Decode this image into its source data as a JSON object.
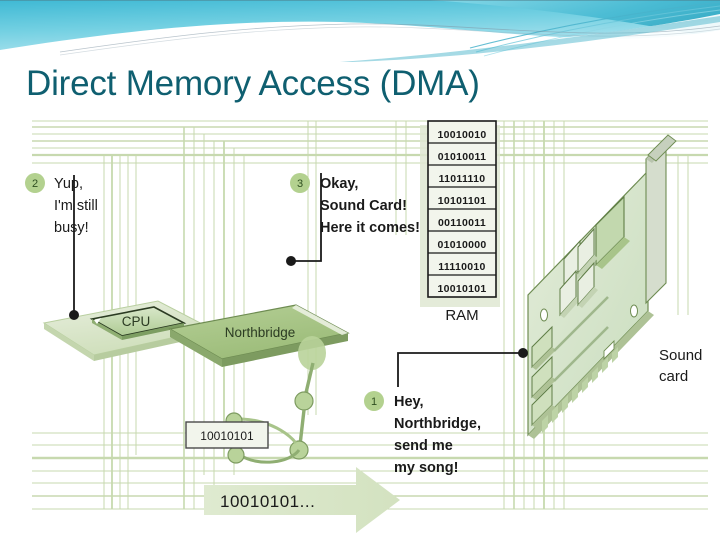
{
  "slide": {
    "title": "Direct Memory Access (DMA)",
    "title_color": "#0f5f70",
    "background_color": "#ffffff"
  },
  "theme": {
    "header_cyan": "#55c7dd",
    "header_teal": "#2196ac",
    "accent_green": "#9cbf7f",
    "circuit_trace": "#b9cfa0",
    "board_green": "#dfe8d2"
  },
  "diagram": {
    "callouts": [
      {
        "number": "1",
        "lines": [
          "Hey,",
          "Northbridge,",
          "send me",
          "my song!"
        ],
        "bold": true,
        "points_to": "sound-card"
      },
      {
        "number": "2",
        "lines": [
          "Yup,",
          "I'm still",
          "busy!"
        ],
        "bold": false,
        "points_to": "cpu"
      },
      {
        "number": "3",
        "lines": [
          "Okay,",
          "Sound Card!",
          "Here it comes!"
        ],
        "bold": true,
        "points_to": "northbridge"
      }
    ],
    "components": [
      {
        "name": "cpu",
        "label": "CPU"
      },
      {
        "name": "northbridge",
        "label": "Northbridge"
      },
      {
        "name": "ram",
        "label": "RAM"
      },
      {
        "name": "sound-card",
        "label": "Sound\ncard",
        "label_line1": "Sound",
        "label_line2": "card"
      }
    ],
    "ram_rows": [
      "10010010",
      "01010011",
      "11011110",
      "10101101",
      "00110011",
      "01010000",
      "11110010",
      "10010101"
    ],
    "data_packet": "10010101",
    "data_stream": "10010101..."
  }
}
